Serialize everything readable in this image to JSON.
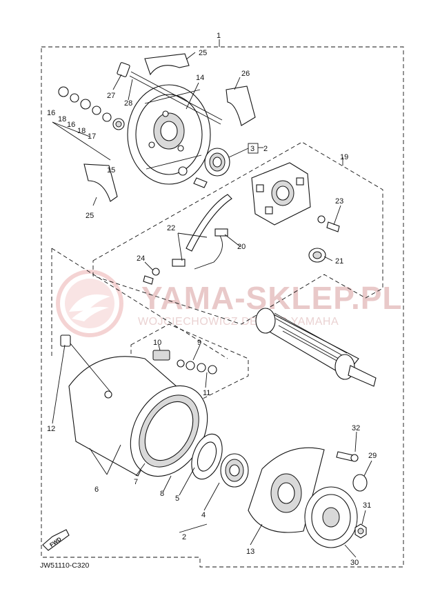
{
  "diagram": {
    "code": "JW51110-C320",
    "fwd_label": "FWD",
    "watermark": {
      "main": "YAMA-SKLEP.PL",
      "sub": "WOJCIECHOWICZ DEALER YAMAHA",
      "color": "#e8a0a0"
    },
    "callouts": {
      "c1": "1",
      "c2a": "2",
      "c2b": "2",
      "c3": "3",
      "c4": "4",
      "c5": "5",
      "c6": "6",
      "c7": "7",
      "c8": "8",
      "c9": "9",
      "c10": "10",
      "c11": "11",
      "c12": "12",
      "c13": "13",
      "c14": "14",
      "c15": "15",
      "c16a": "16",
      "c16b": "16",
      "c17": "17",
      "c18a": "18",
      "c18b": "18",
      "c19": "19",
      "c20": "20",
      "c21": "21",
      "c22": "22",
      "c23": "23",
      "c24": "24",
      "c25a": "25",
      "c25b": "25",
      "c26": "26",
      "c27": "27",
      "c28": "28",
      "c29": "29",
      "c30": "30",
      "c31": "31",
      "c32": "32"
    }
  }
}
